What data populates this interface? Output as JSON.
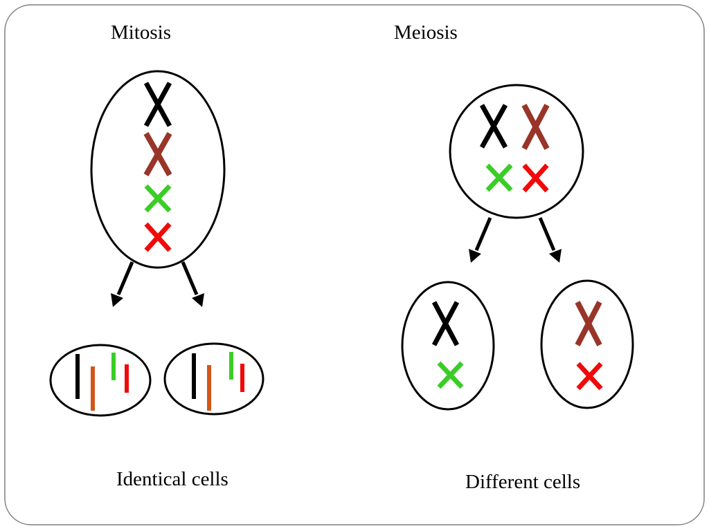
{
  "labels": {
    "mitosis": "Mitosis",
    "meiosis": "Meiosis",
    "identical": "Identical cells",
    "different": "Different cells"
  },
  "colors": {
    "black": "#000000",
    "brown": "#983528",
    "green": "#3ccc28",
    "red": "#f00a0a",
    "orange": "#d2561b",
    "frame": "#7f7f7f"
  }
}
